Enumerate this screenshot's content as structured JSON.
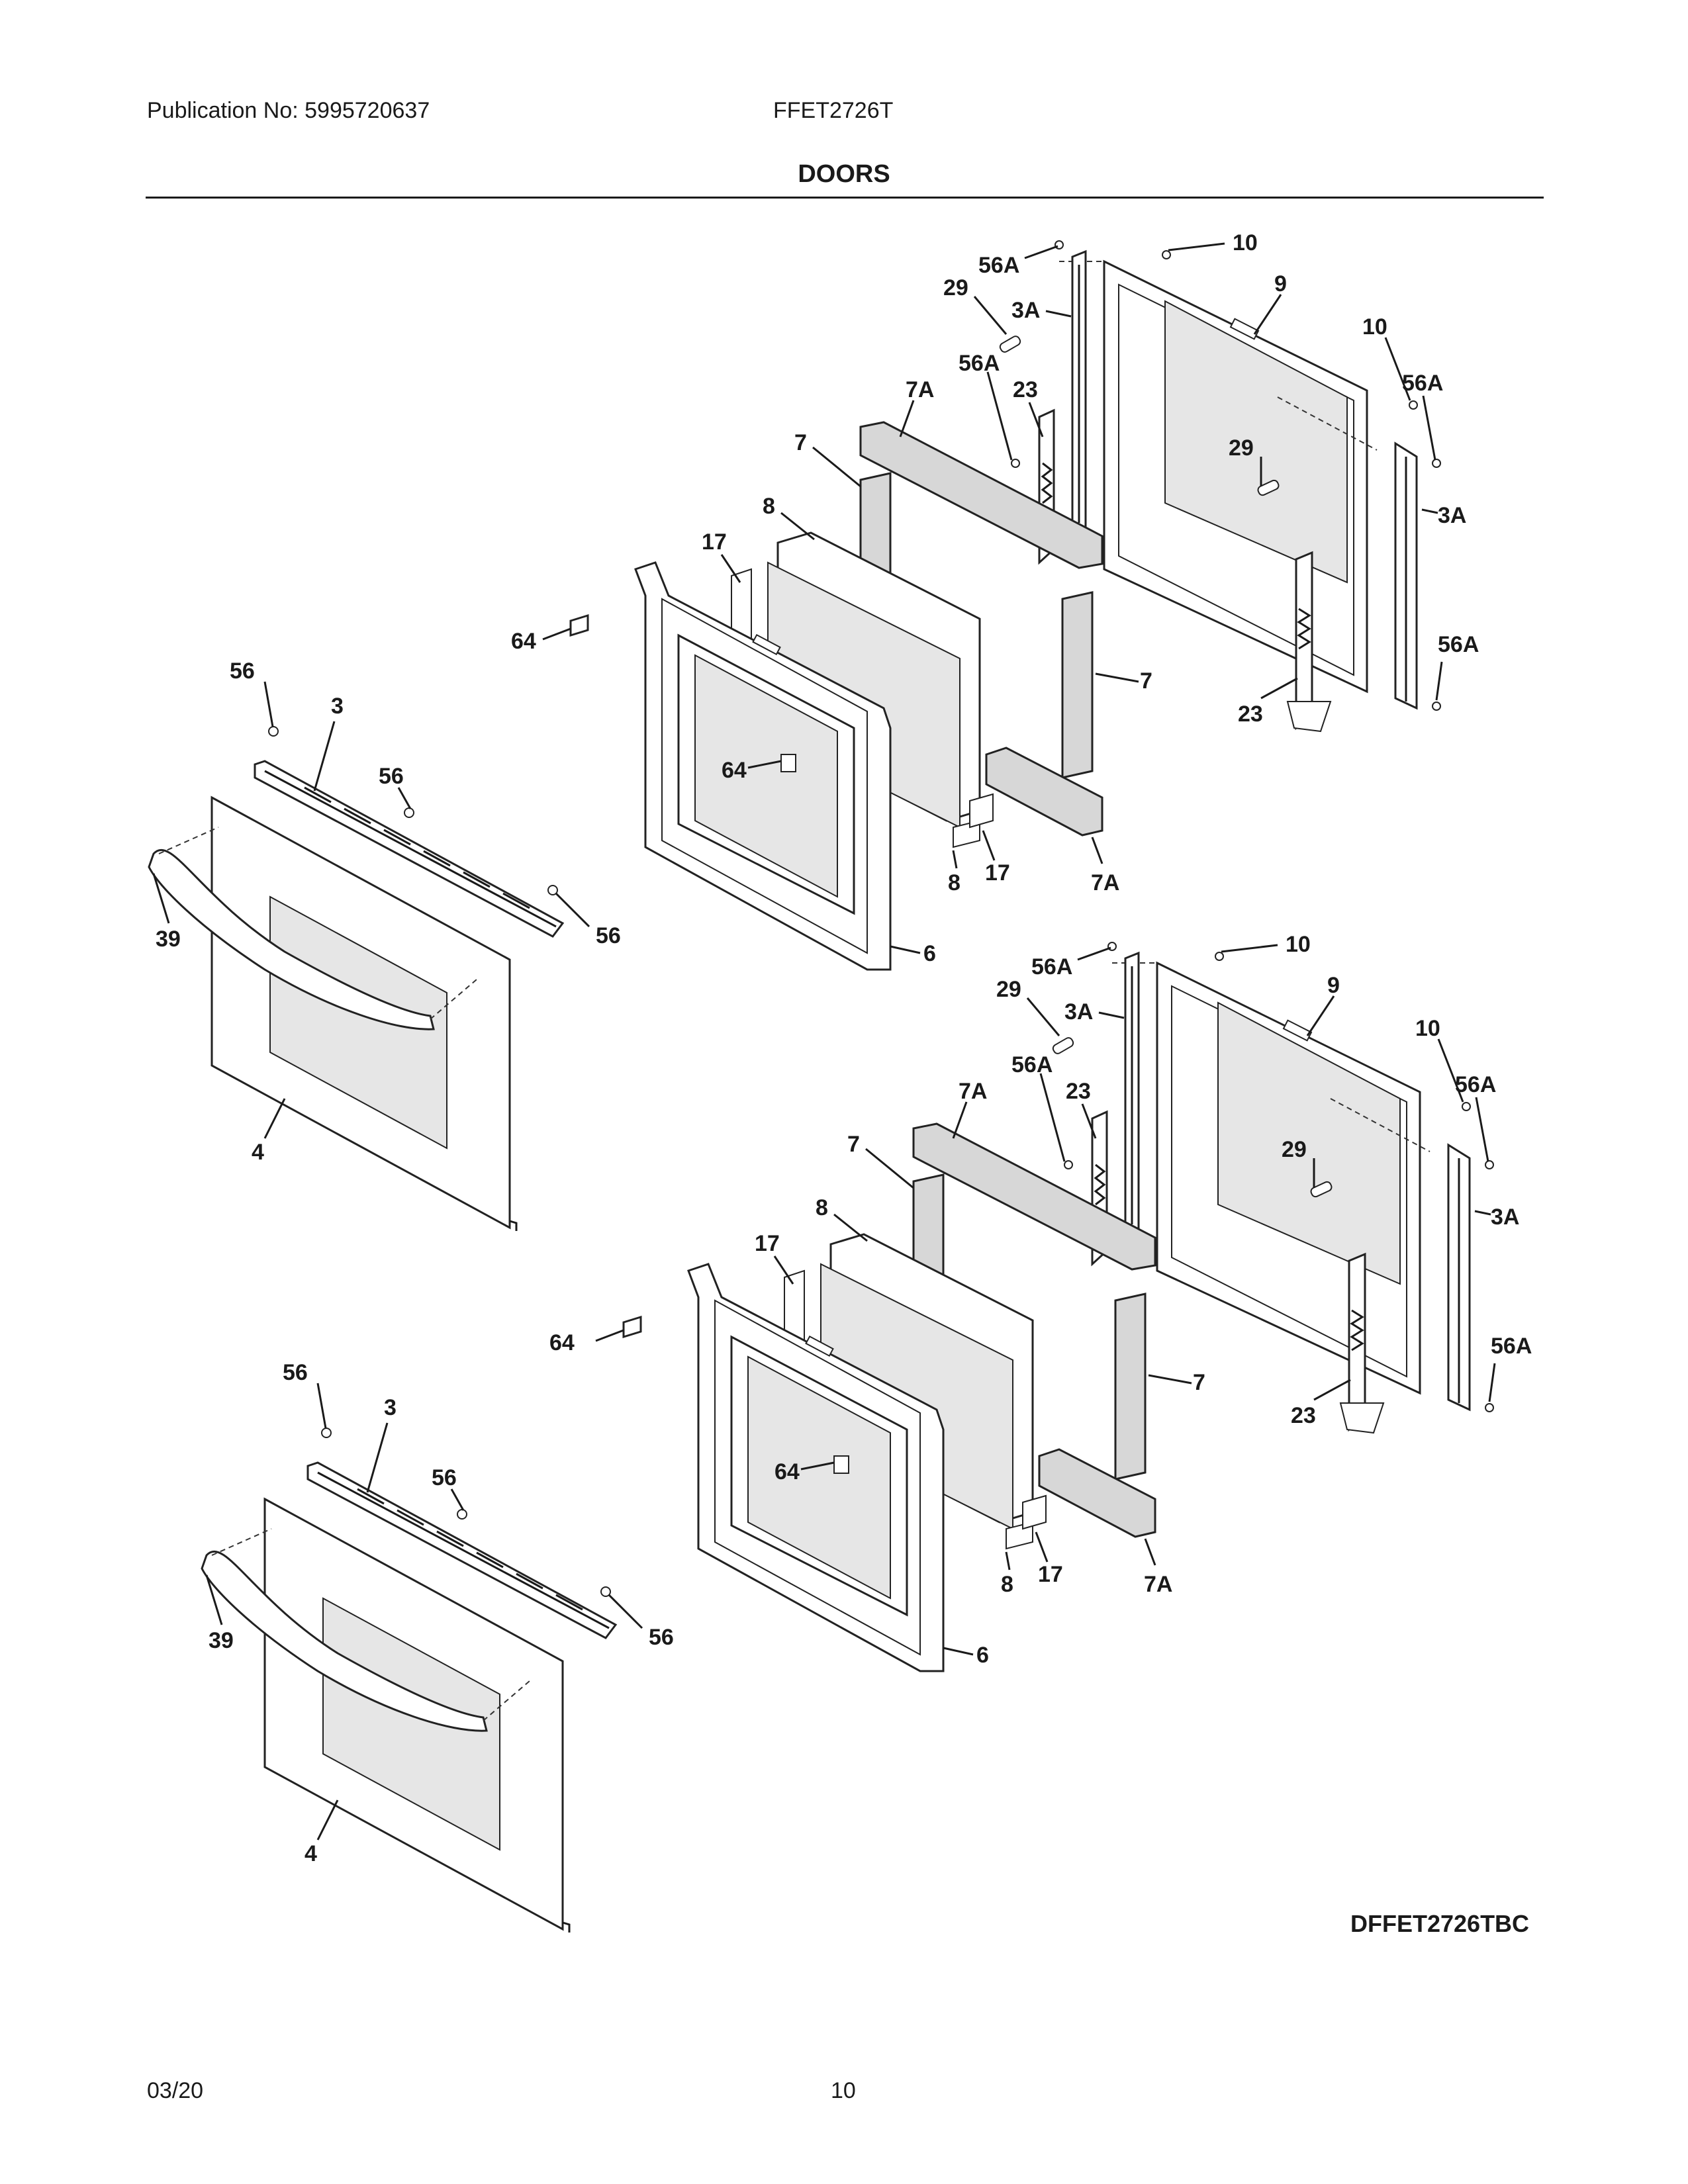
{
  "header": {
    "publication": "Publication No: 5995720637",
    "model": "FFET2726T",
    "section_title": "DOORS"
  },
  "footer": {
    "date": "03/20",
    "page_number": "10"
  },
  "diagram": {
    "drawing_code": "DFFET2726TBC",
    "callouts": {
      "upper": {
        "p56A_top": "56A",
        "p10_top": "10",
        "p29_top": "29",
        "p3A_top": "3A",
        "p9": "9",
        "p10_right": "10",
        "p56A_mid": "56A",
        "p7A_top": "7A",
        "p23_top": "23",
        "p56A_right": "56A",
        "p7_top": "7",
        "p29_right": "29",
        "p3A_right": "3A",
        "p8_top": "8",
        "p17_top": "17",
        "p64_top": "64",
        "p56A_low": "56A",
        "p7_right": "7",
        "p23_low": "23",
        "p56_a": "56",
        "p3": "3",
        "p56_b": "56",
        "p64_inner": "64",
        "p39": "39",
        "p56_c": "56",
        "p8_low": "8",
        "p17_low": "17",
        "p7A_low": "7A",
        "p6": "6",
        "p4": "4"
      },
      "lower": {
        "p56A_top": "56A",
        "p10_top": "10",
        "p29_top": "29",
        "p3A_top": "3A",
        "p9": "9",
        "p10_right": "10",
        "p56A_mid": "56A",
        "p7A_top": "7A",
        "p23_top": "23",
        "p56A_right": "56A",
        "p7_top": "7",
        "p29_right": "29",
        "p3A_right": "3A",
        "p8_top": "8",
        "p17_top": "17",
        "p64_top": "64",
        "p56A_low": "56A",
        "p7_right": "7",
        "p23_low": "23",
        "p56_a": "56",
        "p3": "3",
        "p56_b": "56",
        "p64_inner": "64",
        "p39": "39",
        "p56_c": "56",
        "p8_low": "8",
        "p17_low": "17",
        "p7A_low": "7A",
        "p6": "6",
        "p4": "4"
      }
    }
  }
}
